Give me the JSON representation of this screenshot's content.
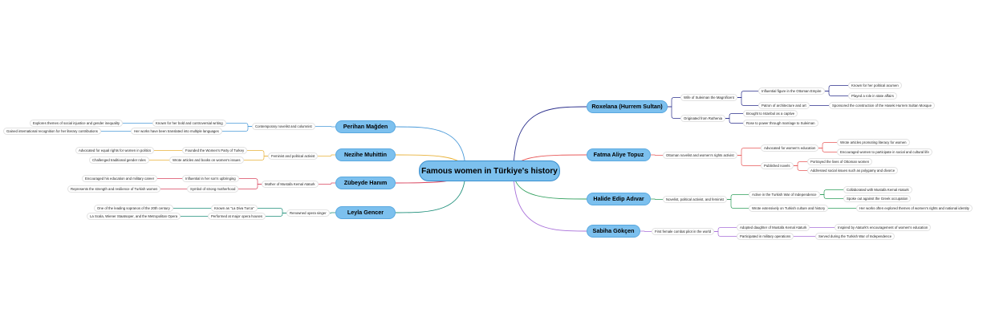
{
  "root": {
    "label": "Famous women in Türkiye's history"
  },
  "branches": {
    "roxelana": {
      "label": "Roxelana (Hurrem Sultan)",
      "wife": "Wife of Suleiman the Magnificent",
      "influential": "Influential figure in the Ottoman Empire",
      "known_political": "Known for her political acumen",
      "state_affairs": "Played a role in state affairs",
      "patron": "Patron of architecture and art",
      "mosque": "Sponsored the construction of the Haseki Hurrem Sultan Mosque",
      "originated": "Originated from Ruthenia",
      "captive": "Brought to Istanbul as a captive",
      "rose": "Rose to power through marriage to Suleiman"
    },
    "fatma": {
      "label": "Fatma Aliye Topuz",
      "novelist": "Ottoman novelist and women's rights activist",
      "advocated": "Advocated for women's education",
      "wrote_literacy": "Wrote articles promoting literacy for women",
      "encouraged": "Encouraged women to participate in social and cultural life",
      "published": "Published novels",
      "portrayed": "Portrayed the lives of Ottoman women",
      "addressed": "Addressed social issues such as polygamy and divorce"
    },
    "halide": {
      "label": "Halide Edip Adıvar",
      "novelist": "Novelist, political activist, and feminist",
      "active": "Active in the Turkish War of Independence",
      "collaborated": "Collaborated with Mustafa Kemal Ataturk",
      "spoke": "Spoke out against the Greek occupation",
      "wrote": "Wrote extensively on Turkish culture and history",
      "explored": "Her works often explored themes of women's rights and national identity"
    },
    "sabiha": {
      "label": "Sabiha Gökçen",
      "pilot": "First female combat pilot in the world",
      "adopted": "Adopted daughter of Mustafa Kemal Ataturk",
      "inspired": "Inspired by Ataturk's encouragement of women's education",
      "participated": "Participated in military operations",
      "served": "Served during the Turkish War of Independence"
    },
    "perihan": {
      "label": "Perihan Mağden",
      "novelist": "Contemporary novelist and columnist",
      "known": "Known for her bold and controversial writing",
      "explores": "Explores themes of social injustice and gender inequality",
      "translated": "Her works have been translated into multiple languages",
      "gained": "Gained international recognition for her literary contributions"
    },
    "nezihe": {
      "label": "Nezihe Muhittin",
      "feminist": "Feminist and political activist",
      "founded": "Founded the Women's Party of Turkey",
      "advocated": "Advocated for equal rights for women in politics",
      "wrote": "Wrote articles and books on women's issues",
      "challenged": "Challenged traditional gender roles"
    },
    "zubeyde": {
      "label": "Zübeyde Hanım",
      "mother": "Mother of Mustafa Kemal Ataturk",
      "influential": "Influential in her son's upbringing",
      "encouraged": "Encouraged his education and military career",
      "symbol": "Symbol of strong motherhood",
      "represents": "Represents the strength and resilience of Turkish women"
    },
    "leyla": {
      "label": "Leyla Gencer",
      "singer": "Renowned opera singer",
      "known": "Known as \"La Diva Turca\"",
      "leading": "One of the leading sopranos of the 20th century",
      "performed": "Performed at major opera houses",
      "scala": "La Scala, Wiener Staatsoper, and the Metropolitan Opera"
    }
  },
  "colors": {
    "roxelana": "#2b2f8c",
    "fatma": "#e85a5a",
    "halide": "#2e9e5b",
    "sabiha": "#a86fd9",
    "perihan": "#4a9ad9",
    "nezihe": "#e8b23a",
    "zubeyde": "#d9455f",
    "leyla": "#1e8f7a"
  }
}
